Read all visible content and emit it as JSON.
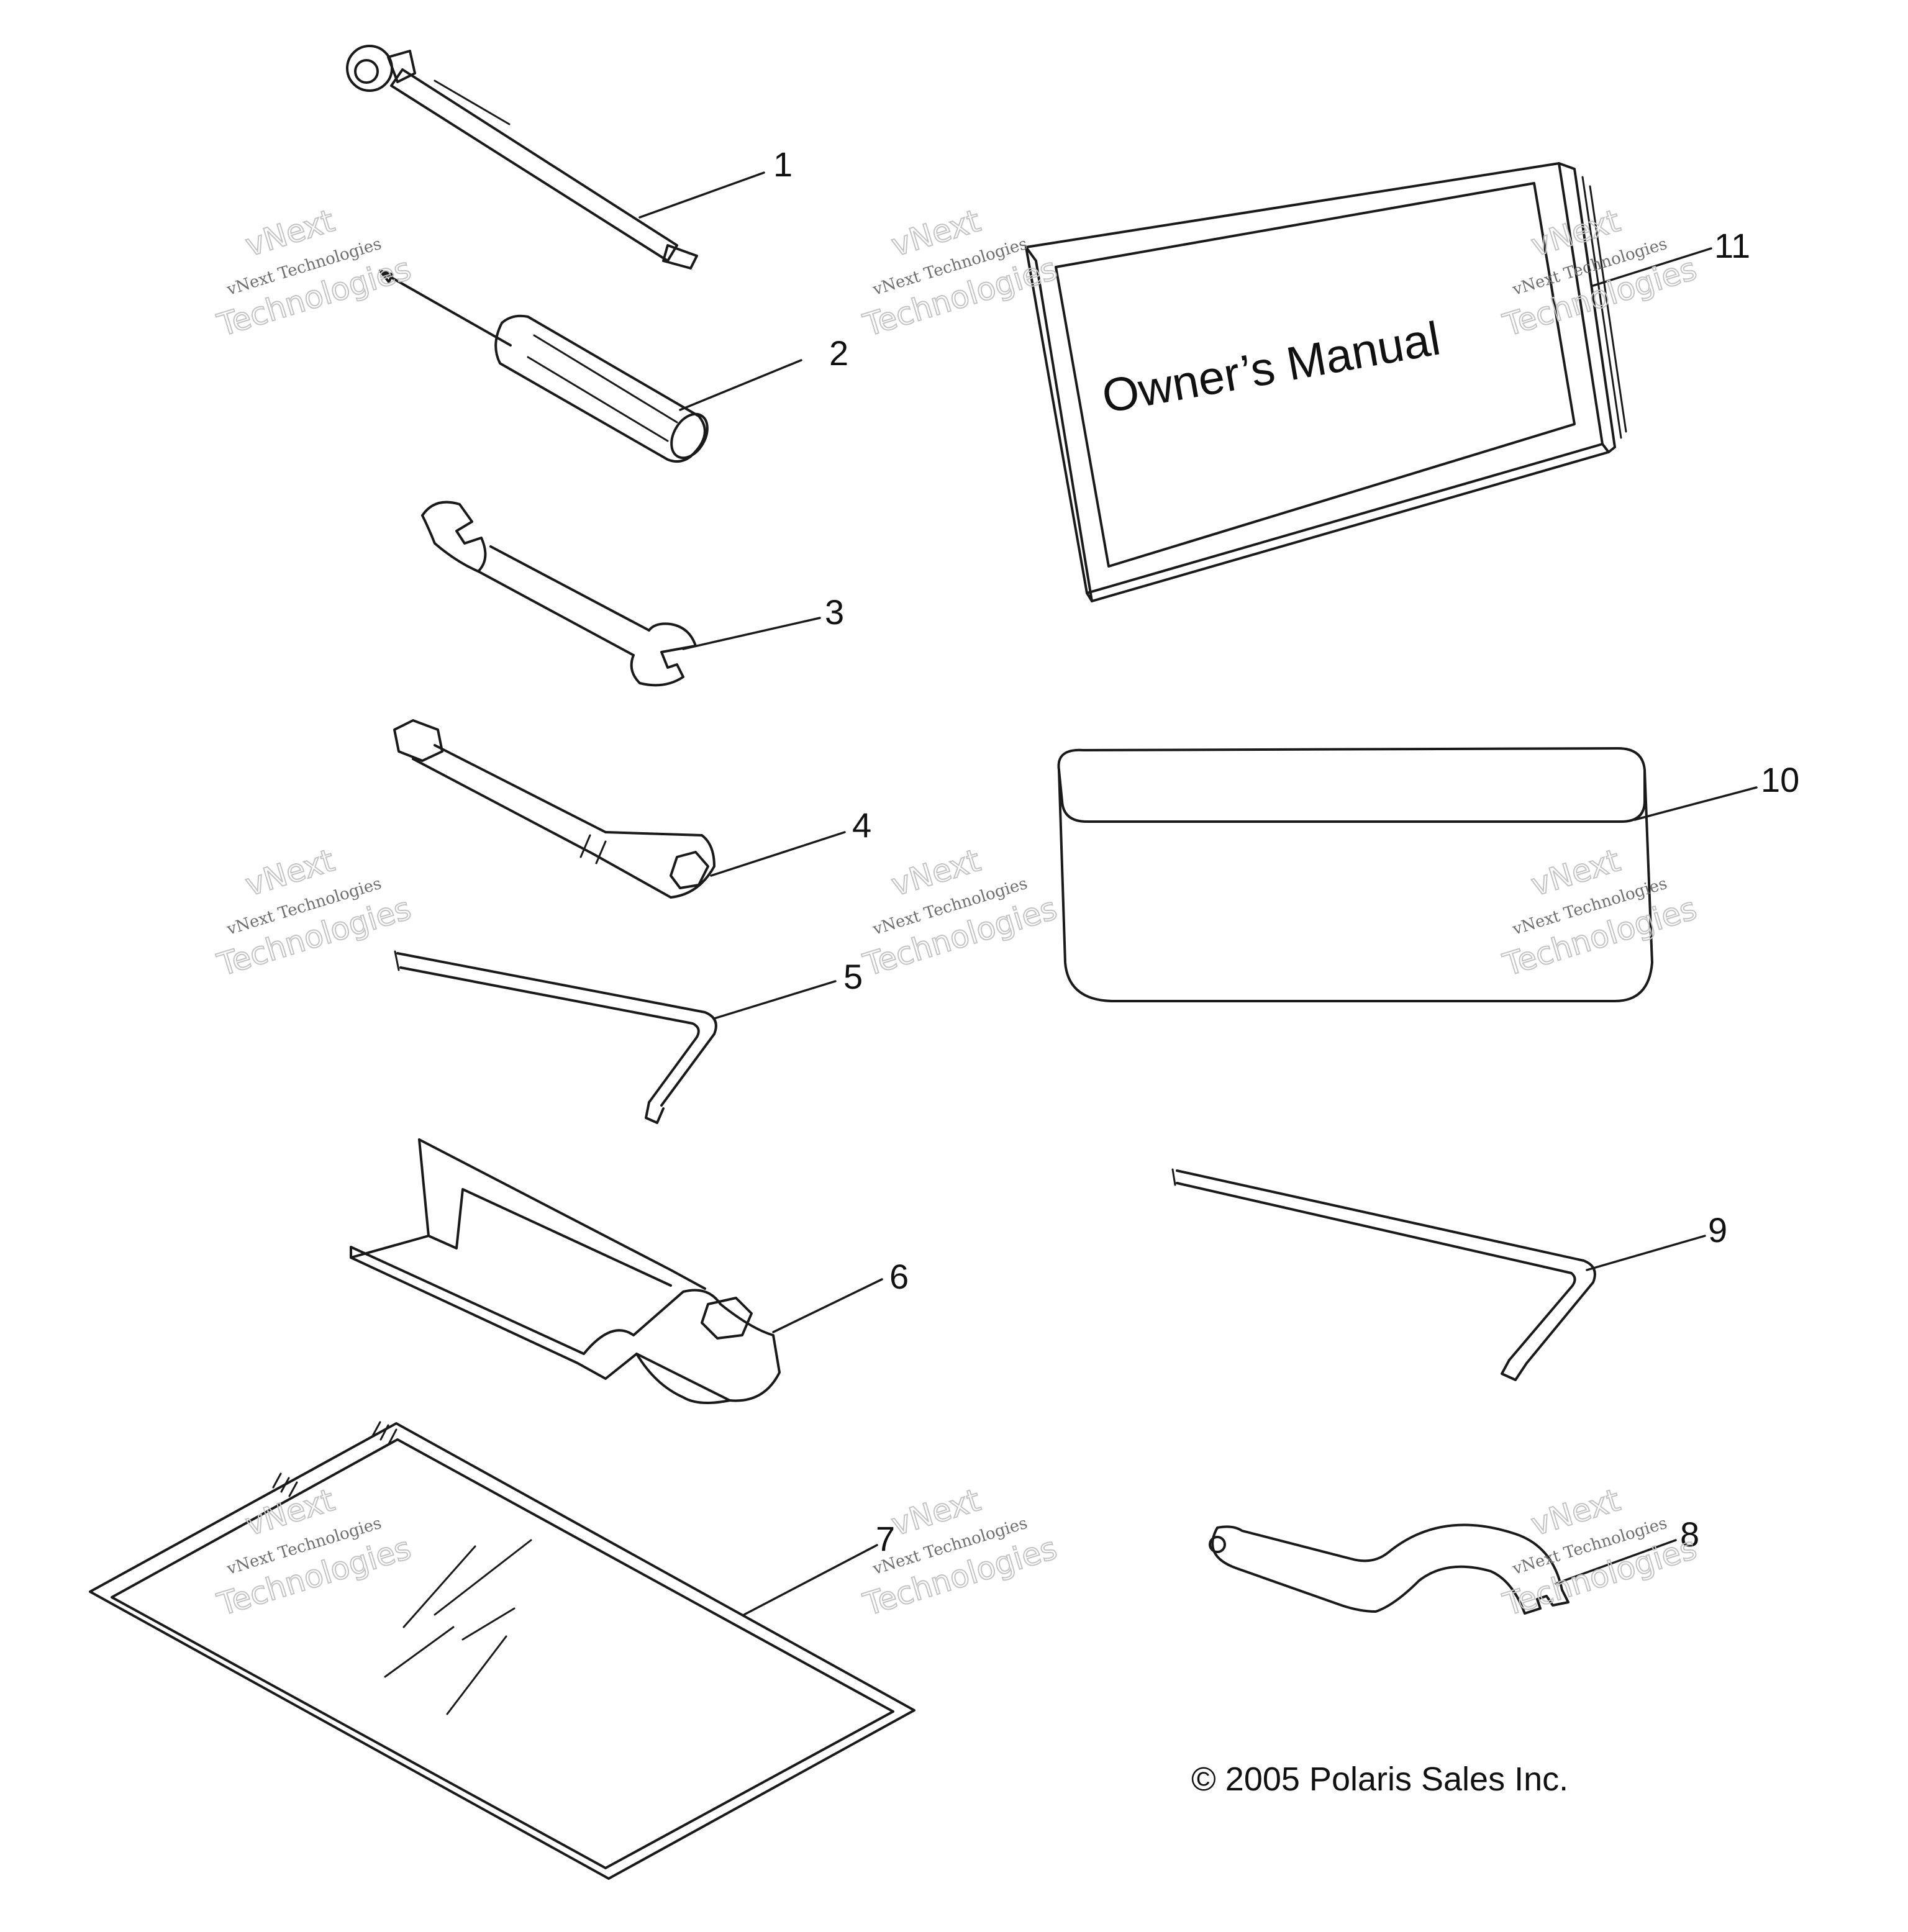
{
  "diagram": {
    "copyright": "© 2005 Polaris Sales Inc.",
    "manual_cover_text": "Owner’s Manual",
    "callouts": [
      "1",
      "2",
      "3",
      "4",
      "5",
      "6",
      "7",
      "8",
      "9",
      "10",
      "11"
    ],
    "watermark": {
      "line1": "vNext",
      "line2": "vNext Technologies",
      "line3": "Technologies"
    },
    "parts": [
      {
        "callout": "1",
        "icon": "tire-pressure-gauge-icon"
      },
      {
        "callout": "2",
        "icon": "screwdriver-icon"
      },
      {
        "callout": "3",
        "icon": "open-end-wrench-icon"
      },
      {
        "callout": "4",
        "icon": "spark-plug-socket-wrench-icon"
      },
      {
        "callout": "5",
        "icon": "hex-key-small-icon"
      },
      {
        "callout": "6",
        "icon": "tool-holder-wrench-icon"
      },
      {
        "callout": "7",
        "icon": "decal-sheet-icon"
      },
      {
        "callout": "8",
        "icon": "spanner-wrench-icon"
      },
      {
        "callout": "9",
        "icon": "hex-key-large-icon"
      },
      {
        "callout": "10",
        "icon": "tool-pouch-icon"
      },
      {
        "callout": "11",
        "icon": "owners-manual-icon"
      }
    ]
  }
}
